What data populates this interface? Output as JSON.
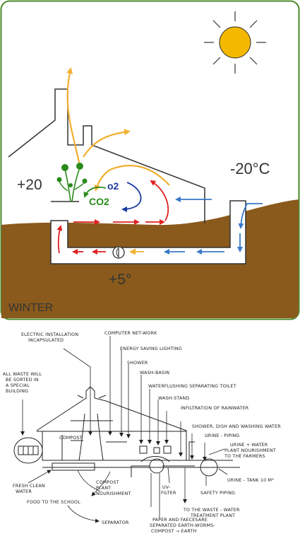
{
  "winter_panel": {
    "title": "WINTER",
    "indoor_temp": "+20",
    "outdoor_temp": "-20°C",
    "ground_temp": "+5°",
    "gas_o2": "o2",
    "gas_co2": "CO2",
    "colors": {
      "frame": "#4b8a2e",
      "earth": "#8a5a1c",
      "house_outline": "#333333",
      "warm_arrow": "#e02020",
      "cold_arrow": "#3a78c8",
      "exhaust_arrow": "#f0b030",
      "o2_text": "#1a3aa0",
      "co2_text": "#2a8a1a",
      "sun": "#f5b800"
    }
  },
  "sketch_panel": {
    "labels": {
      "electric": [
        "ELECTRIC INSTALLATION",
        "INCAPSULATED"
      ],
      "computer": "COMPUTER NET-WORK",
      "energy": "ENERGY SAVING LIGHTING",
      "shower": "SHOWER",
      "washbasin": "WASH-BASIN",
      "toilet": "WATERFLUSHING SEPARATING TOILET",
      "washstand": "WASH-STAND",
      "waste": [
        "ALL WASTE WILL",
        "BE SORTED IN",
        "A SPECIAL",
        "BUILDING"
      ],
      "rainwater": "INFILTRATION OF RAINWATER",
      "showerdish": "SHOWER, DISH AND WASHING WATER",
      "urinepiping": "URINE - PIPING",
      "urineplant": [
        "URINE + WATER",
        "PLANT NOURISHMENT",
        "TO THE FARMERS"
      ],
      "compost_box": "COMPOST",
      "freshwater": [
        "FRESH CLEAN",
        "WATER"
      ],
      "compostplant": [
        "COMPOST",
        "PLANT",
        "NOURISHMENT"
      ],
      "food": "FOOD TO THE SCHOOL",
      "uvfilter": [
        "UV-",
        "FILTER"
      ],
      "urinetank": "URINE - TANK 10 M³",
      "safety": "SAFETY PIPING",
      "treatment": [
        "TO THE WASTE - WATER",
        "TREATMENT PLANT"
      ],
      "separator": "SEPARATOR",
      "paper": [
        "PAPER AND FAECESARE",
        "SEPARATED EARTH-WORMS-",
        "COMPOST → EARTH"
      ]
    }
  }
}
